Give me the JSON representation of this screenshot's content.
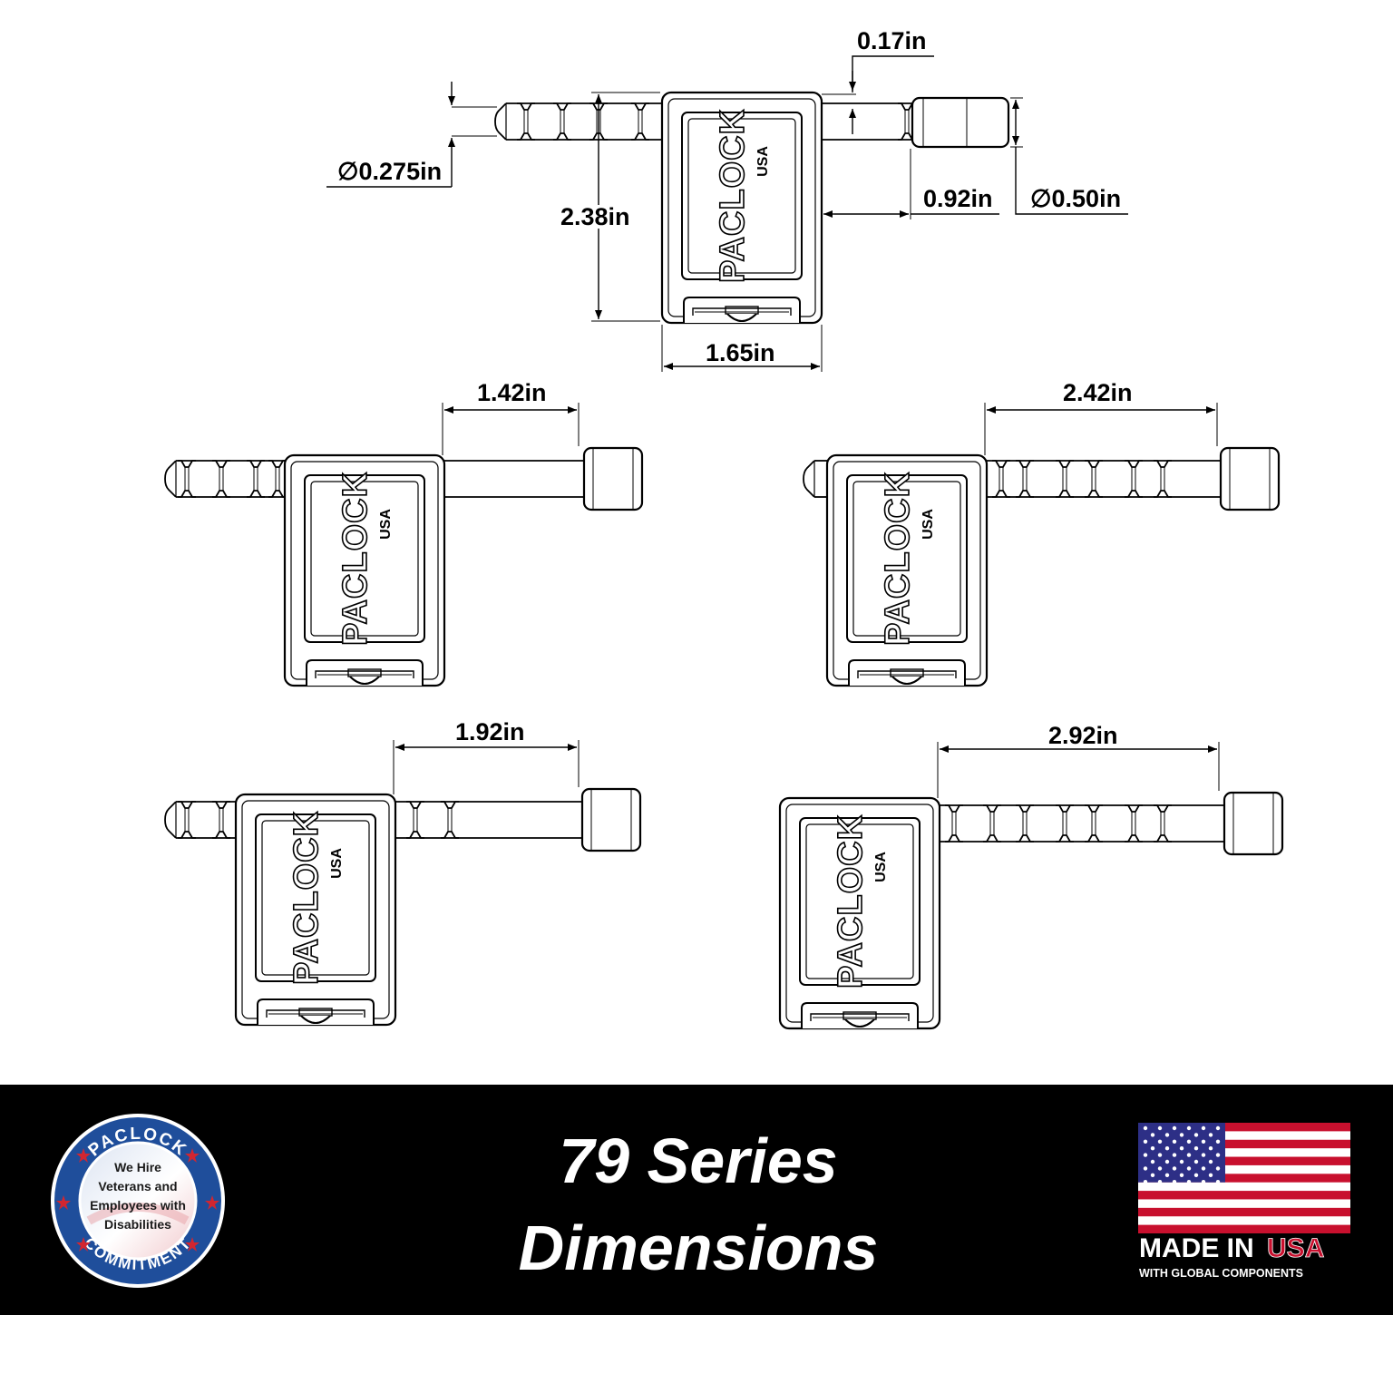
{
  "dimensions": {
    "top_view": {
      "inset": "0.17in",
      "pin_diameter": "∅0.275in",
      "height": "2.38in",
      "head_offset": "0.92in",
      "head_diameter": "∅0.50in",
      "width": "1.65in"
    },
    "variants": [
      {
        "length": "1.42in"
      },
      {
        "length": "2.42in"
      },
      {
        "length": "1.92in"
      },
      {
        "length": "2.92in"
      }
    ]
  },
  "lock_label": {
    "brand": "PACLOCK",
    "sub": "USA"
  },
  "banner": {
    "title_line1": "79 Series",
    "title_line2": "Dimensions",
    "background": "#000000"
  },
  "seal": {
    "top_text": "PACLOCK",
    "line1": "We Hire",
    "line2": "Veterans and",
    "line3": "Employees with",
    "line4": "Disabilities",
    "bottom_text": "COMMITMENT",
    "ring_color": "#1f4e9b",
    "star_color": "#d22630"
  },
  "made_in": {
    "made": "MADE IN",
    "usa": "USA",
    "sub": "WITH GLOBAL COMPONENTS",
    "flag_red": "#c8102e",
    "flag_blue": "#2d2f86"
  }
}
